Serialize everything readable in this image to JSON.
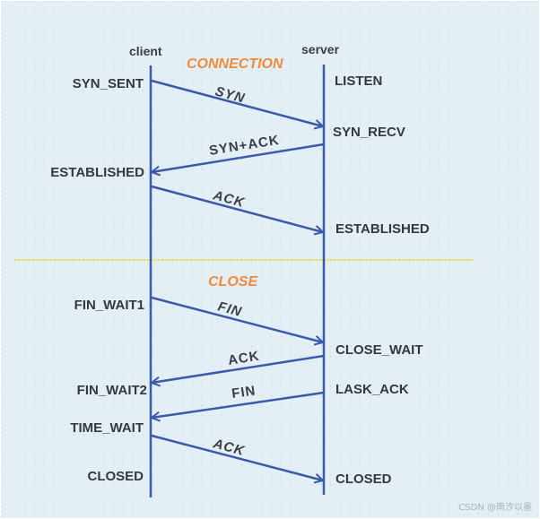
{
  "diagram": {
    "title_sections": {
      "connection": "CONNECTION",
      "close": "CLOSE"
    },
    "actors": {
      "client": "client",
      "server": "server"
    },
    "client_states": [
      "SYN_SENT",
      "ESTABLISHED",
      "FIN_WAIT1",
      "FIN_WAIT2",
      "TIME_WAIT",
      "CLOSED"
    ],
    "server_states": [
      "LISTEN",
      "SYN_RECV",
      "ESTABLISHED",
      "CLOSE_WAIT",
      "LASK_ACK",
      "CLOSED"
    ],
    "messages": [
      {
        "label": "SYN",
        "from": "client",
        "to": "server"
      },
      {
        "label": "SYN+ACK",
        "from": "server",
        "to": "client"
      },
      {
        "label": "ACK",
        "from": "client",
        "to": "server"
      },
      {
        "label": "FIN",
        "from": "client",
        "to": "server"
      },
      {
        "label": "ACK",
        "from": "server",
        "to": "client"
      },
      {
        "label": "FIN",
        "from": "server",
        "to": "client"
      },
      {
        "label": "ACK",
        "from": "client",
        "to": "server"
      }
    ],
    "colors": {
      "line": "#3b5aa8",
      "section_label": "#ef8b3d",
      "divider": "#e9dc70",
      "state_text": "#33393d"
    }
  },
  "watermark": "CSDN @南汐以墨"
}
